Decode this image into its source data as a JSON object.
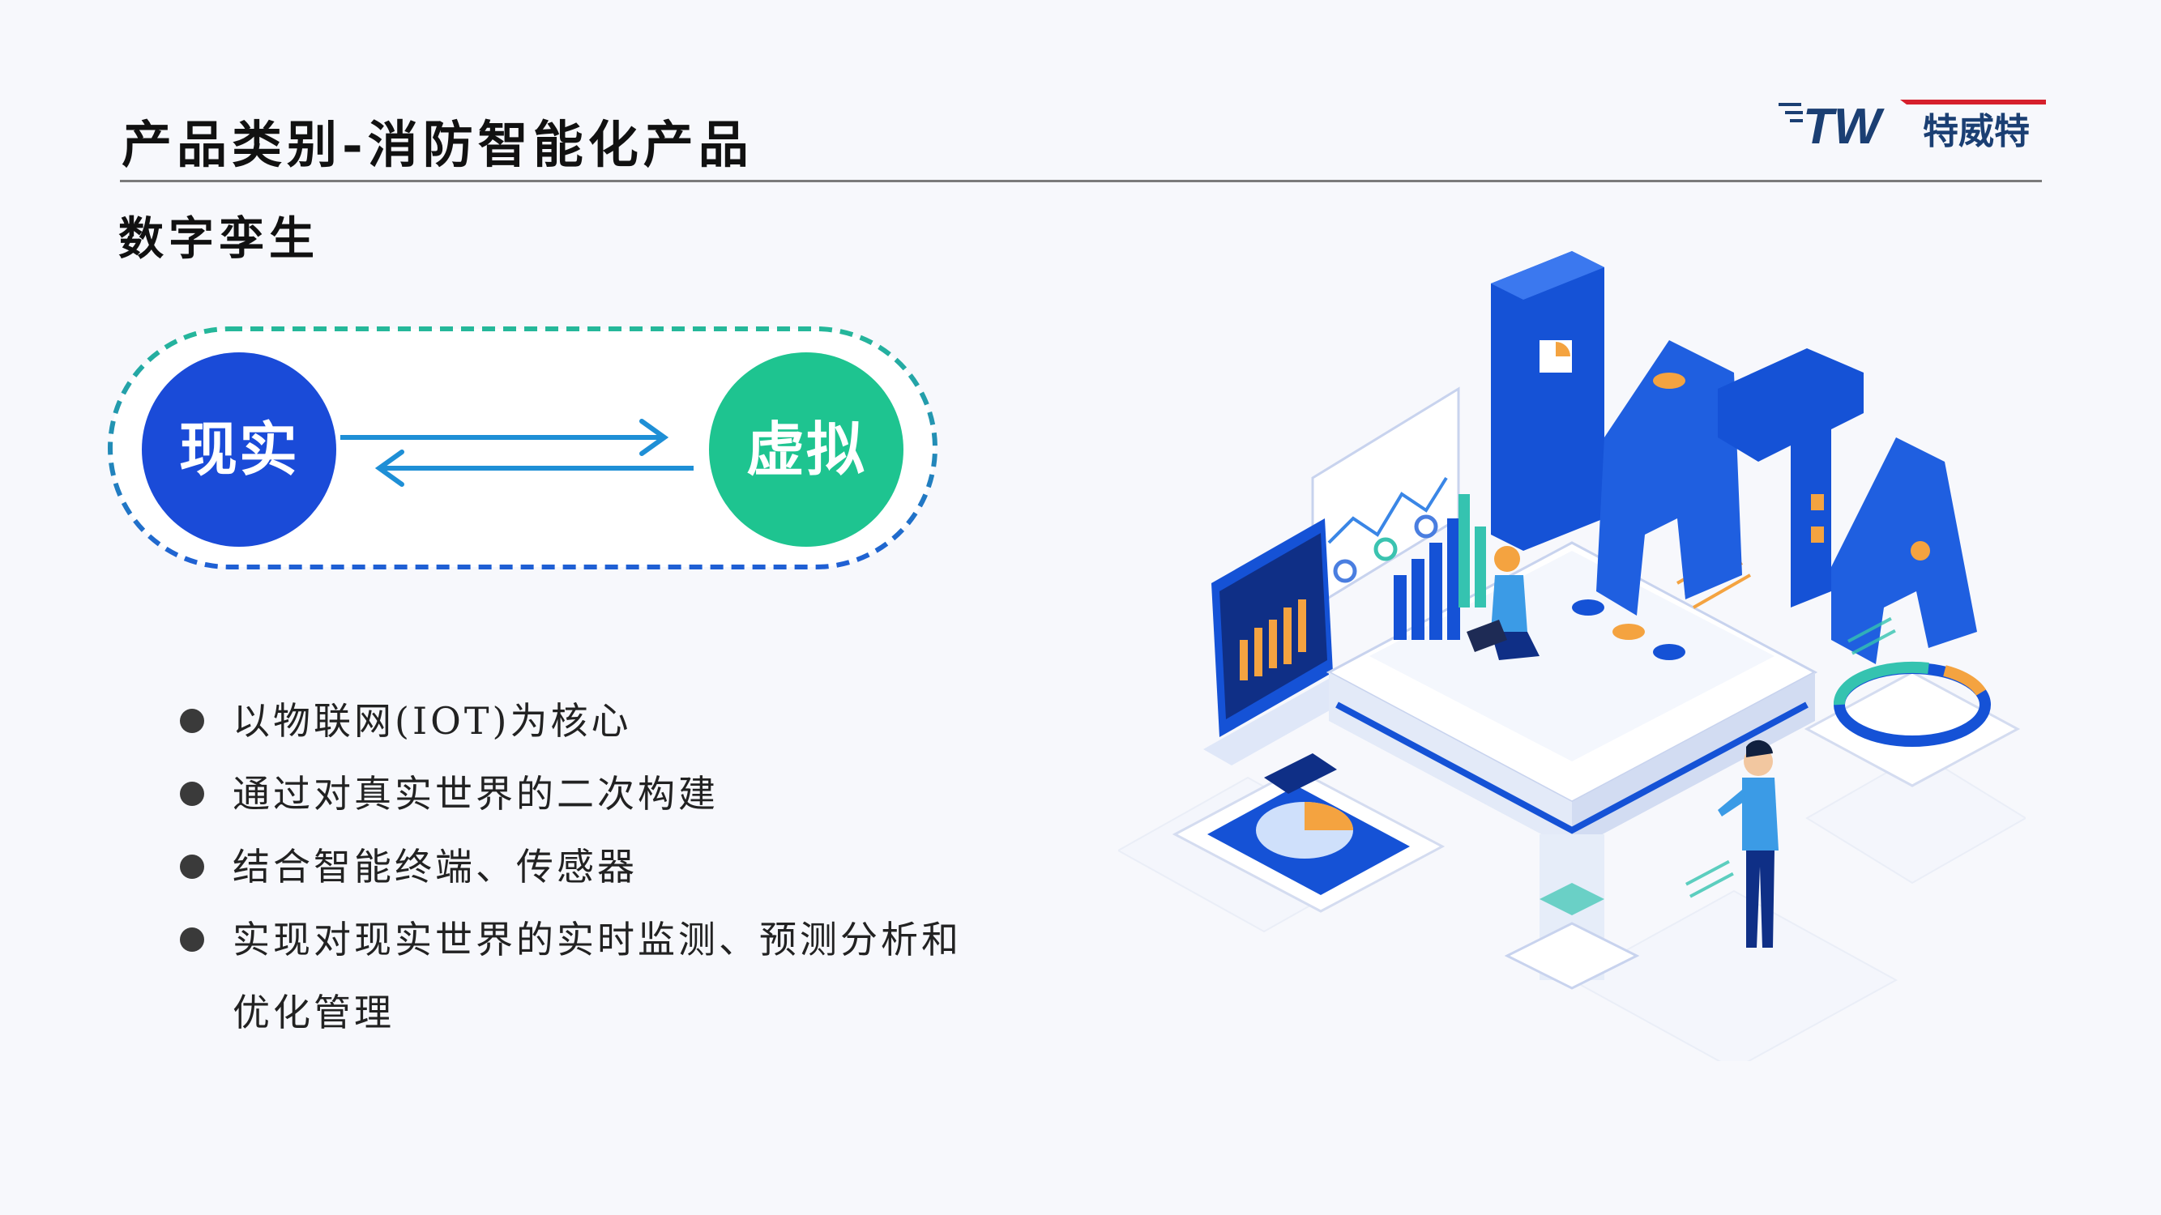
{
  "header": {
    "title": "产品类别-消防智能化产品",
    "logo": {
      "letters": "TW",
      "brand": "特威特",
      "colors": {
        "letters": "#1b3f73",
        "accent": "#d6202c"
      }
    }
  },
  "section": {
    "subtitle": "数字孪生"
  },
  "twin_diagram": {
    "left_label": "现实",
    "right_label": "虚拟",
    "colors": {
      "left": "#1a4bd8",
      "right": "#1ec490",
      "arrow": "#1e8fd6"
    }
  },
  "bullets": [
    {
      "text": "以物联网(IOT)为核心"
    },
    {
      "text": "通过对真实世界的二次构建"
    },
    {
      "text": "结合智能终端、传感器"
    },
    {
      "text": "实现对现实世界的实时监测、预测分析和优化管理"
    }
  ],
  "illustration": {
    "name": "isometric-data-center",
    "letters": [
      "D",
      "A",
      "T",
      "A"
    ],
    "colors": {
      "primary": "#1552d6",
      "accent": "#f4a340",
      "teal": "#35c3b0"
    }
  }
}
